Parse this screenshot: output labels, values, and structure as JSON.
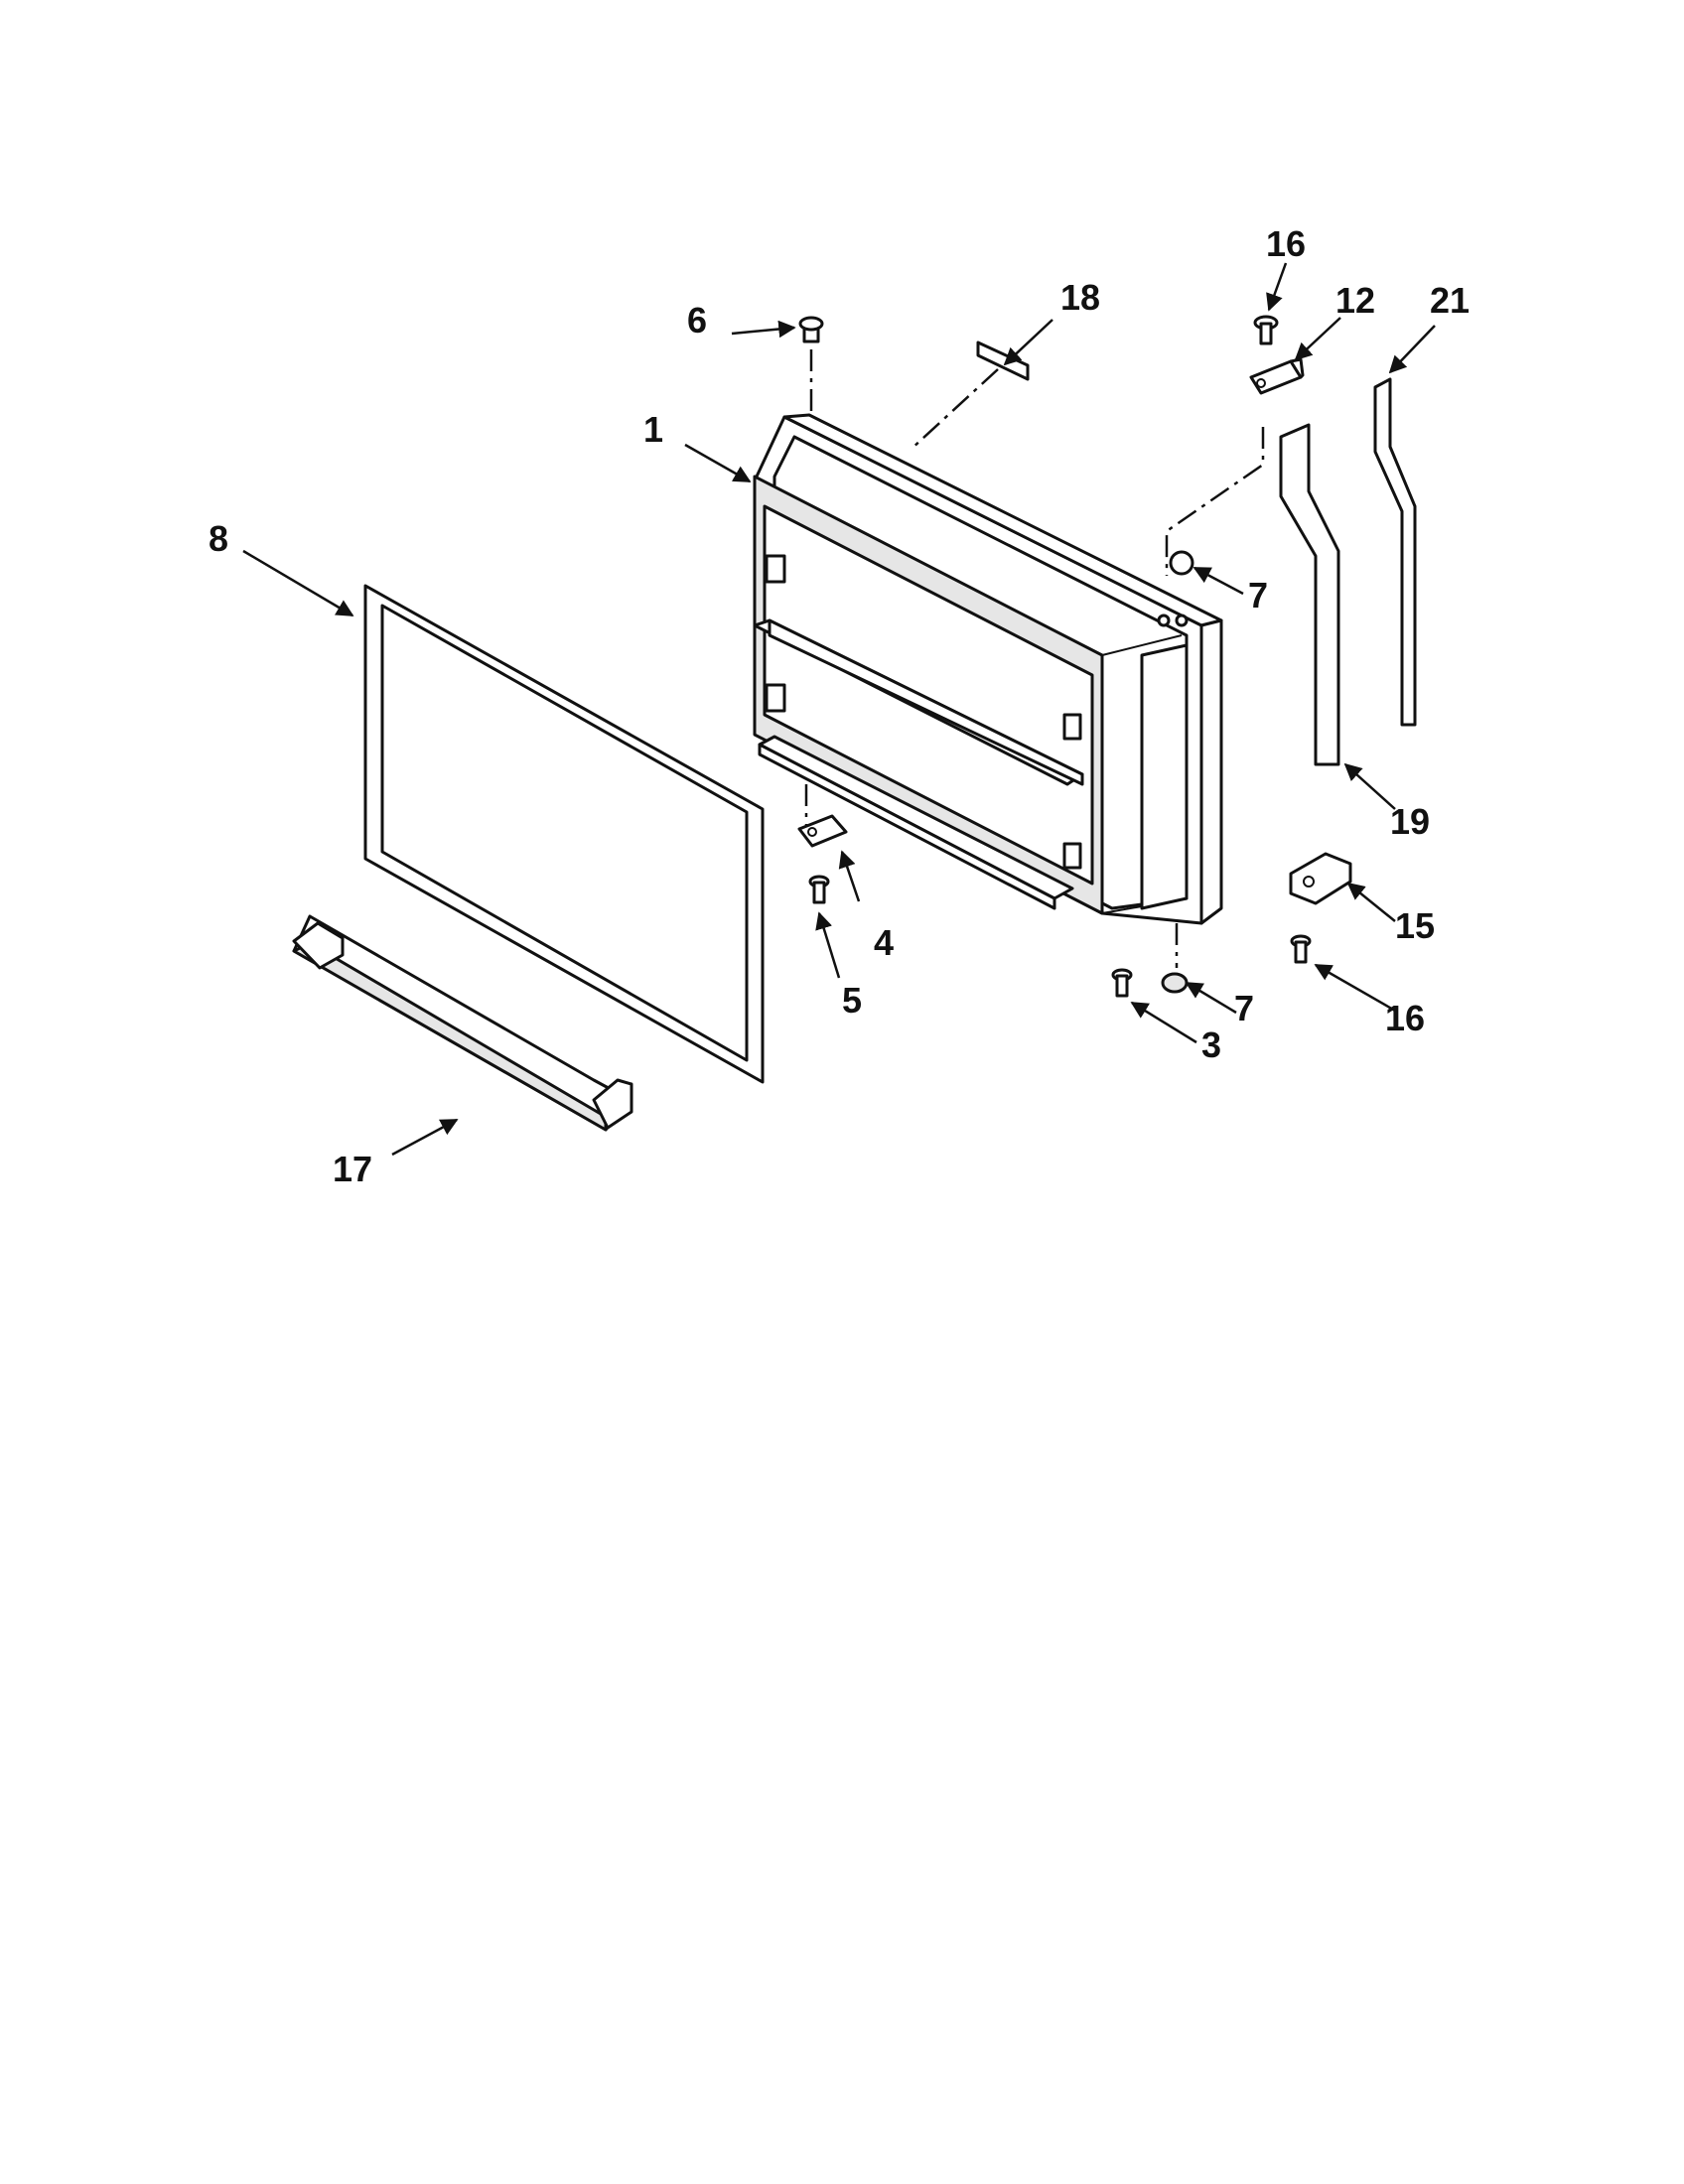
{
  "labels": {
    "door_liner": "1",
    "screw_bottom": "3",
    "hinge_bottom_left": "4",
    "screw_hinge_left": "5",
    "plug_top": "6",
    "bushing_top": "7",
    "bushing_bottom": "7",
    "gasket": "8",
    "hinge_top": "12",
    "hinge_bottom_right": "15",
    "screw_top": "16",
    "screw_bottom_right": "16",
    "handle": "17",
    "label_plate": "18",
    "trim_left": "19",
    "trim_right": "21"
  }
}
